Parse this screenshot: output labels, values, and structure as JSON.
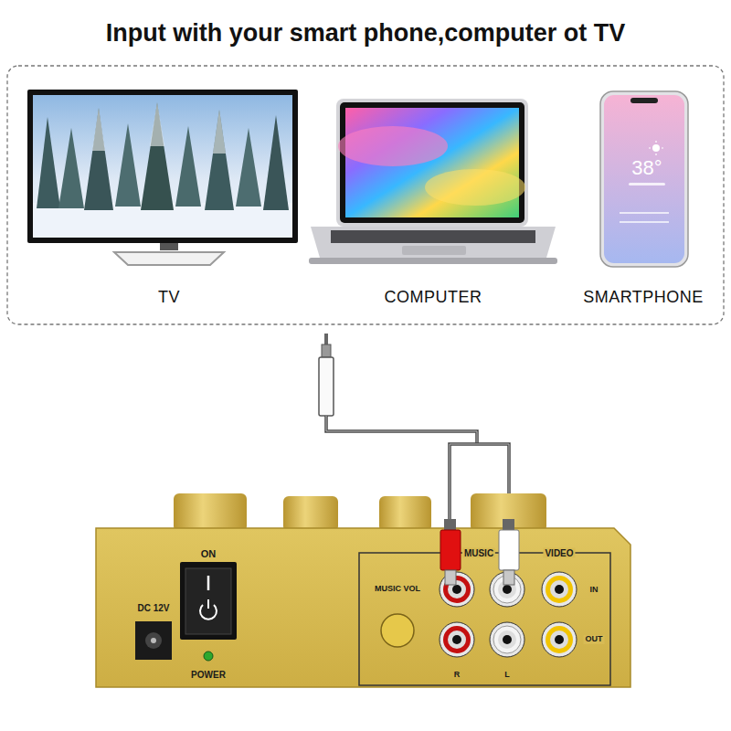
{
  "diagram": {
    "title": "Input with your smart phone,computer ot TV",
    "nodes": [
      {
        "text": [
          "TV"
        ]
      },
      {
        "text": [
          "COMPUTER"
        ]
      },
      {
        "text": [
          "SMARTPHONE"
        ]
      },
      {
        "text": [
          "ON",
          "DC 12V",
          "POWER"
        ]
      },
      {
        "text": [
          "MUSIC VOL",
          "MUSIC",
          "VIDEO",
          "IN",
          "OUT",
          "R",
          "L"
        ],
        "in": 3
      }
    ],
    "labels": [
      "38°"
    ]
  }
}
